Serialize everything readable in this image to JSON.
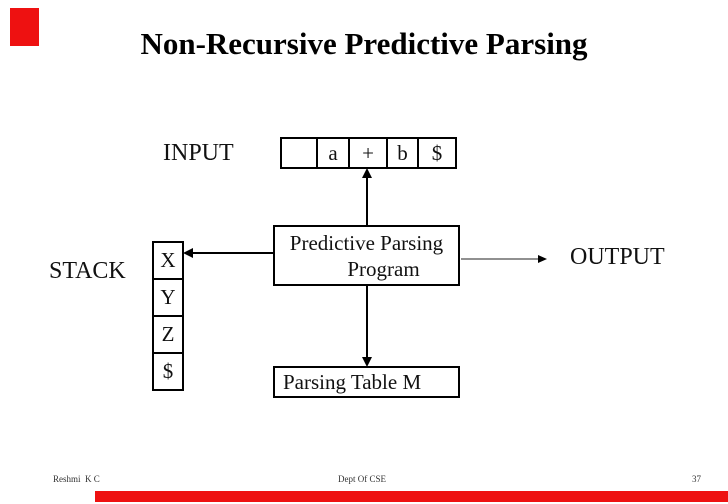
{
  "slide": {
    "title": "Non-Recursive Predictive Parsing",
    "footer": {
      "author": "Reshmi  K C",
      "dept": "Dept Of CSE",
      "page": "37"
    }
  },
  "diagram": {
    "input_label": "INPUT",
    "stack_label": "STACK",
    "output_label": "OUTPUT",
    "input_tape_cells": [
      "",
      "a",
      "+",
      "b",
      "$"
    ],
    "stack_cells": [
      "X",
      "Y",
      "Z",
      "$"
    ],
    "program_box": {
      "line1": "Predictive Parsing",
      "line2": "Program"
    },
    "parsing_table_label": "Parsing Table M"
  },
  "colors": {
    "accent_red": "#ee1111",
    "line_black": "#000000",
    "output_line_gray": "#909090"
  }
}
